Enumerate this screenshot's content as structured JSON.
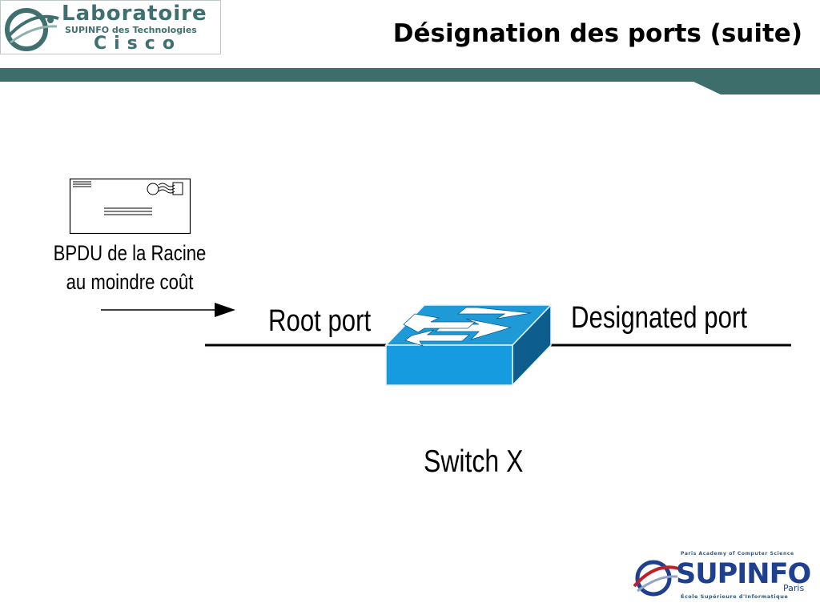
{
  "header": {
    "title": "Désignation des ports (suite)",
    "logo": {
      "line1": "Laboratoire",
      "line2": "SUPINFO des Technologies",
      "line3": "Cisco"
    }
  },
  "diagram": {
    "bpdu_label_line1": "BPDU de la Racine",
    "bpdu_label_line2": "au moindre coût",
    "root_port_label": "Root port",
    "designated_port_label": "Designated port",
    "switch_label": "Switch X"
  },
  "footer_logo": {
    "tagline_top": "Paris Academy of Computer Science",
    "brand": "SUPINFO",
    "city": "Paris",
    "tagline_bottom": "École Supérieure d'Informatique"
  },
  "colors": {
    "header_band": "#3d6e6c",
    "switch_top": "#1e9ad6",
    "switch_front": "#179be0",
    "switch_side": "#0d5e8e"
  }
}
